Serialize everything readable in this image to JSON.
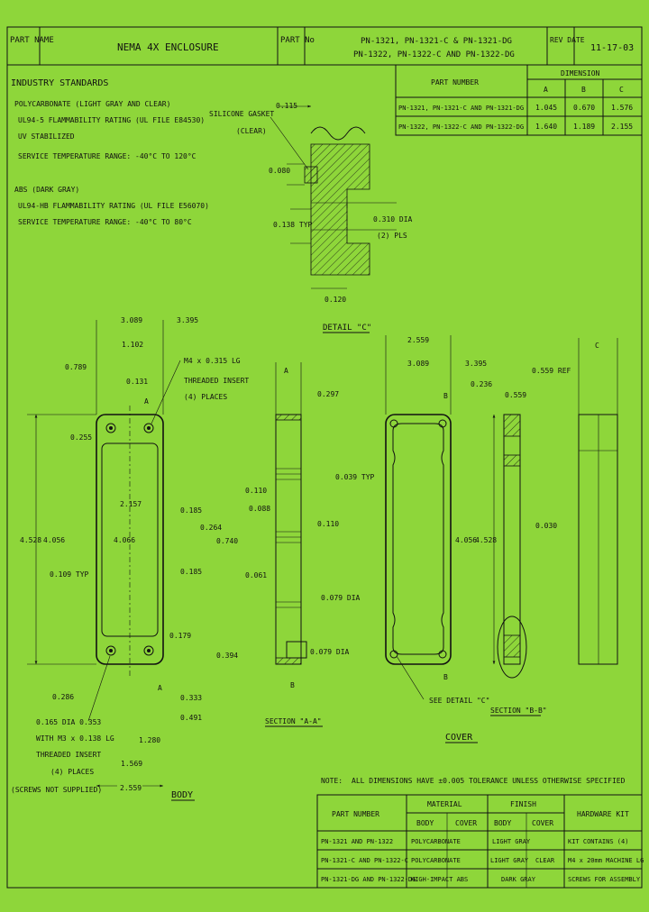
{
  "title_block": {
    "part_name_label": "PART NAME",
    "part_name": "NEMA 4X ENCLOSURE",
    "part_no_label": "PART No",
    "part_no_line1": "PN-1321, PN-1321-C & PN-1321-DG",
    "part_no_line2": "PN-1322, PN-1322-C AND PN-1322-DG",
    "rev_date_label": "REV DATE",
    "date": "11-17-03"
  },
  "standards": {
    "heading": "INDUSTRY STANDARDS",
    "polycarbonate": {
      "title": "POLYCARBONATE (LIGHT GRAY AND CLEAR)",
      "lines": [
        "UL94-5 FLAMMABILITY RATING (UL FILE E84530)",
        "UV STABILIZED",
        "SERVICE TEMPERATURE RANGE: -40°C TO 120°C"
      ]
    },
    "abs": {
      "title": "ABS (DARK GRAY)",
      "lines": [
        "UL94-HB FLAMMABILITY RATING (UL FILE E56070)",
        "SERVICE TEMPERATURE RANGE: -40°C TO 80°C"
      ]
    }
  },
  "dim_table": {
    "part_number_header": "PART NUMBER",
    "dimension_header": "DIMENSION",
    "columns": [
      "A",
      "B",
      "C"
    ],
    "rows": [
      {
        "part": "PN-1321, PN-1321-C AND PN-1321-DG",
        "a": "1.045",
        "b": "0.670",
        "c": "1.576"
      },
      {
        "part": "PN-1322, PN-1322-C AND PN-1322-DG",
        "a": "1.640",
        "b": "1.189",
        "c": "2.155"
      }
    ]
  },
  "detail_c": {
    "gasket_label_1": "SILICONE GASKET",
    "gasket_label_2": "(CLEAR)",
    "dim_top": "0.115",
    "dim_left1": "0.080",
    "dim_left2": "0.138 TYP",
    "hole_label_1": "0.310 DIA",
    "hole_label_2": "(2) PLS",
    "dim_bottom": "0.120",
    "caption": "DETAIL \"C\""
  },
  "body_view": {
    "dims": {
      "top1": "3.089",
      "top2": "3.395",
      "top3": "1.102",
      "left_top": "0.789",
      "small1": "0.131",
      "corner": "0.255",
      "height_outer": "4.528",
      "height_inner": "4.056",
      "inner_width": "2.157",
      "inner_height": "4.066",
      "side_r1": "0.185",
      "side_r2": "0.185",
      "side_r3": "0.264",
      "side_r4": "0.740",
      "wall": "0.109 TYP",
      "bot1": "0.179",
      "bot2": "0.394",
      "bot3": "0.333",
      "bot4": "0.491",
      "bot5": "0.286",
      "bot6": "1.280",
      "bot7": "1.569",
      "bot8": "2.559",
      "letter_a_top": "A",
      "letter_a_bot": "A"
    },
    "insert_note": [
      "M4 x 0.315 LG",
      "THREADED INSERT",
      "(4) PLACES"
    ],
    "hole_note": [
      "0.165 DIA 0.353",
      "WITH M3 x 0.138 LG",
      "THREADED INSERT",
      "(4) PLACES",
      "(SCREWS NOT SUPPLIED)"
    ],
    "caption": "BODY"
  },
  "section_aa": {
    "dims": {
      "top": "A",
      "wall": "0.297",
      "d1": "0.110",
      "d2": "0.088",
      "d3": "0.110",
      "d4": "0.061",
      "d5": "0.079 DIA",
      "d6": "0.079 DIA",
      "b": "B"
    },
    "caption": "SECTION \"A-A\""
  },
  "cover_view": {
    "dims": {
      "top1": "2.559",
      "top2": "3.089",
      "top3": "3.395",
      "corner": "0.236",
      "letter_b_top": "B",
      "wall": "0.039 TYP",
      "h1": "4.056",
      "h2": "4.528",
      "letter_b_bot": "B"
    },
    "detail_callout": "SEE DETAIL \"C\"",
    "caption": "COVER"
  },
  "section_bb": {
    "dims": {
      "top": "0.559",
      "mid": "0.030"
    },
    "caption": "SECTION \"B-B\""
  },
  "side_view": {
    "dims": {
      "c": "C",
      "ref": "0.559 REF"
    }
  },
  "note": {
    "label": "NOTE:",
    "text": "ALL DIMENSIONS HAVE ±0.005 TOLERANCE UNLESS OTHERWISE SPECIFIED"
  },
  "bom": {
    "headers": {
      "part": "PART NUMBER",
      "material": "MATERIAL",
      "finish": "FINISH",
      "hardware": "HARDWARE KIT",
      "body": "BODY",
      "cover": "COVER"
    },
    "rows": [
      {
        "part": "PN-1321 AND PN-1322",
        "mat_body": "POLYCARBONATE",
        "mat_cover": "",
        "fin_body": "LIGHT GRAY",
        "fin_cover": "",
        "hw": "KIT CONTAINS (4)"
      },
      {
        "part": "PN-1321-C AND PN-1322-C",
        "mat_body": "POLYCARBONATE",
        "mat_cover": "",
        "fin_body": "LIGHT GRAY",
        "fin_cover": "CLEAR",
        "hw": "M4 x 20mm MACHINE LG"
      },
      {
        "part": "PN-1321-DG AND PN-1322-DG",
        "mat_body": "HIGH-IMPACT ABS",
        "mat_cover": "",
        "fin_body": "DARK GRAY",
        "fin_cover": "",
        "hw": "SCREWS FOR ASSEMBLY"
      }
    ]
  }
}
